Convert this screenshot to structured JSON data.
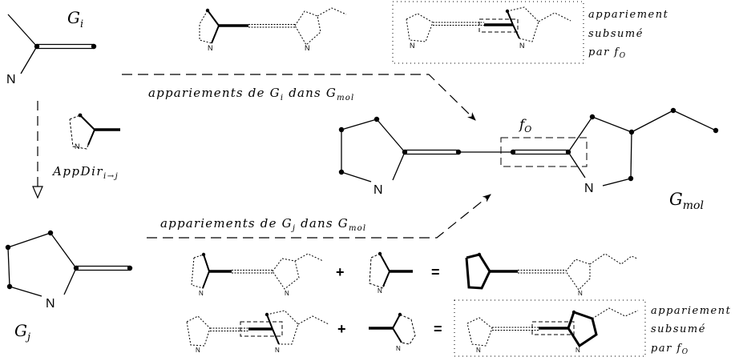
{
  "labels": {
    "g_i_name": "G",
    "g_i_sub": "i",
    "g_j_name": "G",
    "g_j_sub": "j",
    "g_mol_name": "G",
    "g_mol_sub": "mol",
    "f_o_name": "f",
    "f_o_sub": "O",
    "atom_n": "N",
    "appdir_name": "AppDir",
    "appdir_sub": "i→j",
    "app_gi_prefix": "appariements de G",
    "app_gi_sub1": "i",
    "app_gi_mid": " dans G",
    "app_gi_sub2": "mol",
    "app_gj_prefix": "appariements de G",
    "app_gj_sub1": "j",
    "app_gj_mid": " dans G",
    "app_gj_sub2": "mol",
    "plus": "+",
    "equals": "=",
    "subsumed_1": "appariement",
    "subsumed_2": "subsumé",
    "subsumed_3_prefix": "par f",
    "subsumed_3_sub": "O"
  }
}
